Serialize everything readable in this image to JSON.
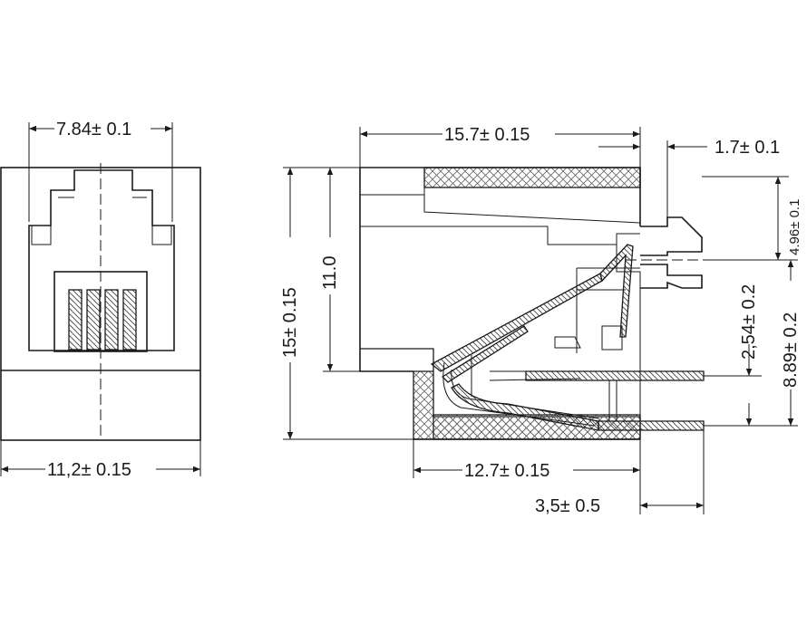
{
  "dimensions": {
    "front_opening_width": "7.84± 0.1",
    "front_body_width": "11,2± 0.15",
    "side_length": "15.7± 0.15",
    "side_offset": "1.7±  0.1",
    "side_height": "15± 0.15",
    "inner_height": "11.0",
    "peg_height": "4.96± 0.1",
    "pin_pitch": "2,54± 0.2",
    "pin_row_height": "8.89± 0.2",
    "base_length": "12.7± 0.15",
    "pin_length": "3,5± 0.5"
  }
}
